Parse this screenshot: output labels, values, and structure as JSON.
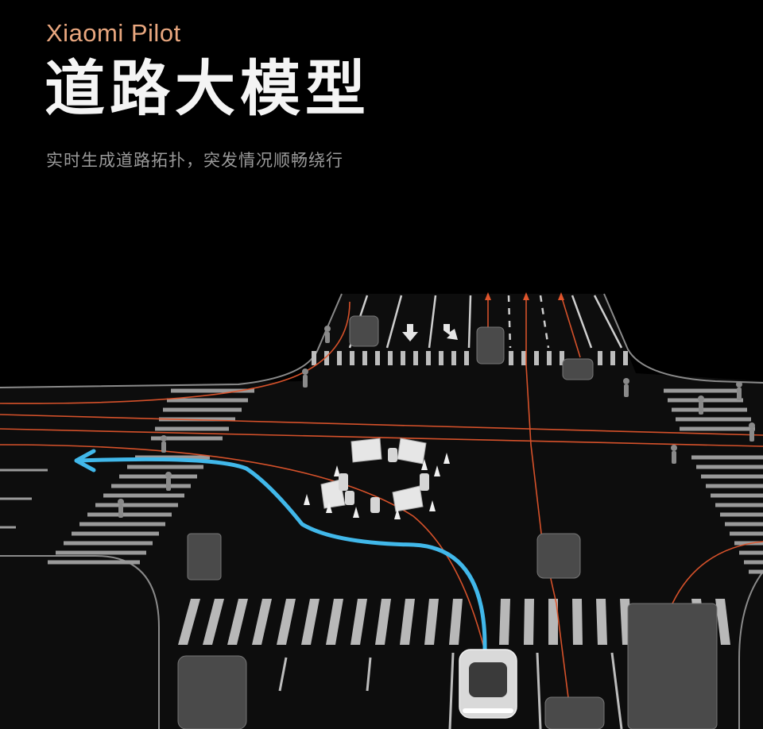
{
  "header": {
    "brand": "Xiaomi Pilot",
    "title": "道路大模型",
    "subtitle": "实时生成道路拓扑，突发情况顺畅绕行"
  },
  "colors": {
    "accent": "#e9a77f",
    "route": "#41b8ea",
    "trajectory": "#e0552c",
    "background": "#000000"
  },
  "scene": {
    "description_icons": [
      "ego-car",
      "vehicle",
      "pedestrian",
      "barrier",
      "traffic-cone",
      "lane-arrow"
    ]
  }
}
